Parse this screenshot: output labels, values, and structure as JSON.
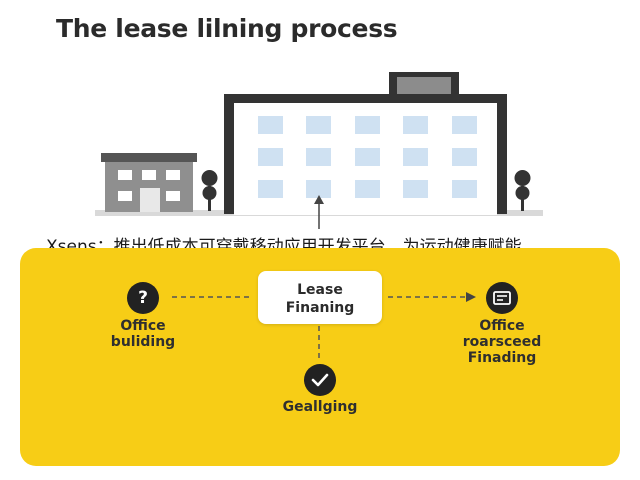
{
  "title": "The lease lilning process",
  "caption": "Xsens：推出低成本可穿戴移动应用开发平台，为运动健康赋能",
  "nodes": {
    "office_building": "Office\nbuliding",
    "lease_financing": "Lease\nFinaning",
    "office_purchased": "Office\nroarsceed\nFinading",
    "gealling": "Geallging"
  },
  "icons": {
    "office_building": "question-icon",
    "office_purchased": "document-icon",
    "gealling": "checkmark-icon"
  },
  "colors": {
    "panel": "#f7cd16",
    "icon": "#222222",
    "building_frame": "#333333",
    "window": "#cfe1f2"
  }
}
